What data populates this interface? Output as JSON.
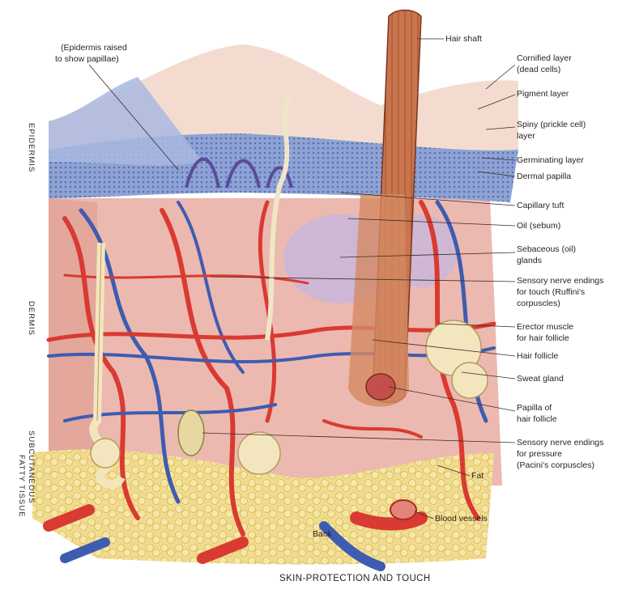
{
  "title": "SKIN-PROTECTION AND TOUCH",
  "regions": {
    "epidermis": "EPIDERMIS",
    "dermis": "DERMIS",
    "subcutaneous": "SUBCUTANEOUS",
    "fatty_tissue": "FATTY TISSUE"
  },
  "labels": {
    "epidermis_raised_1": "(Epidermis raised",
    "epidermis_raised_2": "to show papillae)",
    "hair_shaft": "Hair shaft",
    "cornified_1": "Cornified layer",
    "cornified_2": "(dead cells)",
    "pigment": "Pigment layer",
    "spiny_1": "Spiny (prickle cell)",
    "spiny_2": "layer",
    "germinating": "Germinating layer",
    "dermal_papilla": "Dermal papilla",
    "capillary": "Capillary tuft",
    "oil": "Oil (sebum)",
    "sebaceous_1": "Sebaceous (oil)",
    "sebaceous_2": "glands",
    "ruffini_1": "Sensory nerve endings",
    "ruffini_2": "for touch (Ruffini's",
    "ruffini_3": "corpuscles)",
    "erector_1": "Erector muscle",
    "erector_2": "for hair follicle",
    "hair_follicle": "Hair follicle",
    "sweat_gland": "Sweat gland",
    "papilla_1": "Papilla of",
    "papilla_2": "hair follicle",
    "pacini_1": "Sensory nerve endings",
    "pacini_2": "for pressure",
    "pacini_3": "(Pacini's corpuscles)",
    "fat": "Fat",
    "blood_vessels": "Blood vessels",
    "back": "Back"
  },
  "colors": {
    "epidermis_blue": "#8ea3d4",
    "cornified": "#f3dccf",
    "dermis_pink": "#ecb9b0",
    "artery_red": "#d93a32",
    "vein_blue": "#3e5cb0",
    "fat_yellow": "#f1dc8e",
    "hair_brown": "#b8643e",
    "gland_cream": "#f3e6bf"
  }
}
